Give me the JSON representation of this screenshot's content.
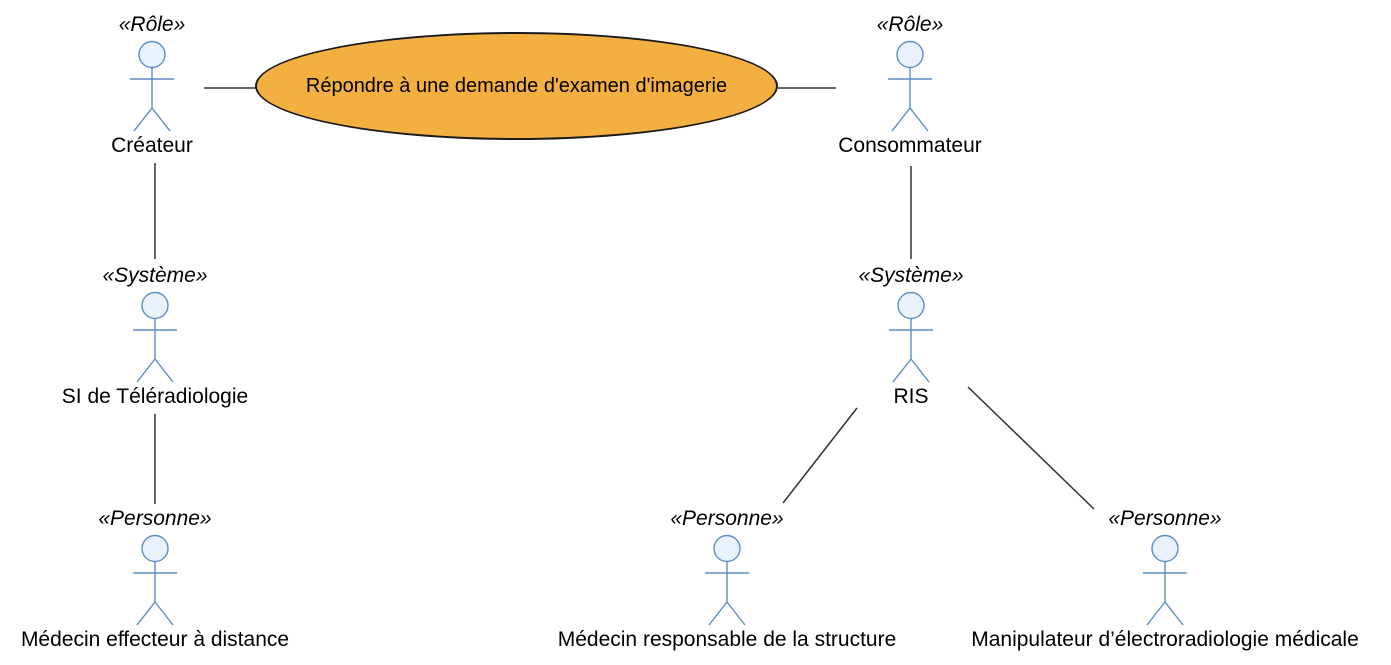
{
  "diagram": {
    "type": "uml-use-case",
    "use_case": {
      "label": "Répondre à une demande d'examen d'imagerie"
    },
    "actors": [
      {
        "id": "createur",
        "stereotype": "«Rôle»",
        "name": "Créateur"
      },
      {
        "id": "consommateur",
        "stereotype": "«Rôle»",
        "name": "Consommateur"
      },
      {
        "id": "si-teleradiologie",
        "stereotype": "«Système»",
        "name": "SI de Téléradiologie"
      },
      {
        "id": "ris",
        "stereotype": "«Système»",
        "name": "RIS"
      },
      {
        "id": "medecin-effecteur",
        "stereotype": "«Personne»",
        "name": "Médecin effecteur à distance"
      },
      {
        "id": "medecin-responsable",
        "stereotype": "«Personne»",
        "name": "Médecin responsable de la structure"
      },
      {
        "id": "manipulateur",
        "stereotype": "«Personne»",
        "name": "Manipulateur d’électroradiologie médicale"
      }
    ],
    "connections": [
      {
        "from": "createur",
        "to": "use-case"
      },
      {
        "from": "use-case",
        "to": "consommateur"
      },
      {
        "from": "createur",
        "to": "si-teleradiologie"
      },
      {
        "from": "consommateur",
        "to": "ris"
      },
      {
        "from": "si-teleradiologie",
        "to": "medecin-effecteur"
      },
      {
        "from": "ris",
        "to": "medecin-responsable"
      },
      {
        "from": "ris",
        "to": "manipulateur"
      }
    ],
    "colors": {
      "use_case_fill": "#F4AF41",
      "use_case_border": "#1A1A1A",
      "actor_stroke": "#5B8EC4",
      "actor_head_fill": "#E9F1FB",
      "connector": "#333333"
    }
  }
}
